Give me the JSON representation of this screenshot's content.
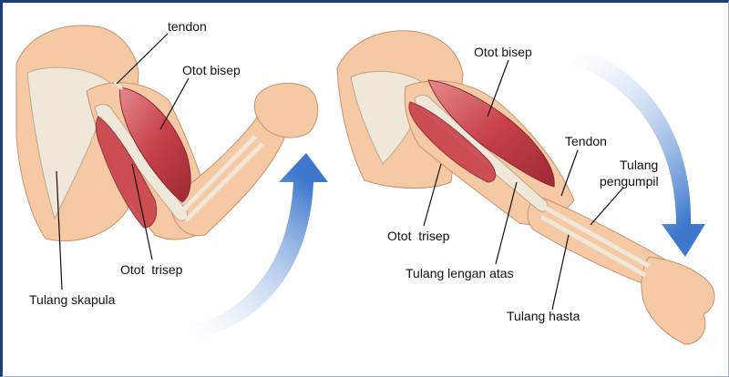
{
  "figure": {
    "labels": {
      "tendon_top": "tendon",
      "biceps_left": "Otot bisep",
      "triceps_left": "Otot  trisep",
      "scapula": "Tulang skapula",
      "biceps_right": "Otot bisep",
      "tendon_right": "Tendon",
      "radius_line1": "Tulang",
      "radius_line2": "pengumpil",
      "triceps_right": "Otot  trisep",
      "humerus": "Tulang lengan atas",
      "ulna": "Tulang hasta"
    },
    "colors": {
      "skin": "#f4c9a4",
      "skin_shadow": "#d99b76",
      "muscle": "#c8404a",
      "muscle_light": "#e58a8c",
      "bone": "#efe7d8",
      "arrow": "#5b8fd4",
      "frame": "#1f3f7a"
    }
  }
}
